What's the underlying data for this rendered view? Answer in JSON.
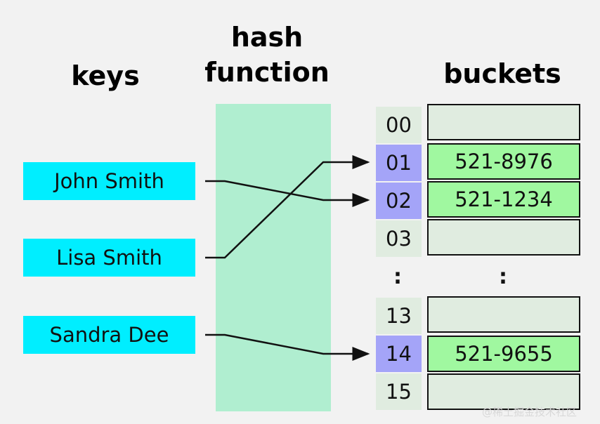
{
  "headings": {
    "keys": "keys",
    "hash_line1": "hash",
    "hash_line2": "function",
    "buckets": "buckets"
  },
  "keys": [
    "John Smith",
    "Lisa Smith",
    "Sandra Dee"
  ],
  "indices": [
    "00",
    "01",
    "02",
    "03",
    "13",
    "14",
    "15"
  ],
  "buckets": [
    "",
    "521-8976",
    "521-1234",
    "",
    "",
    "521-9655",
    ""
  ],
  "ellipsis": ":",
  "mappings": [
    {
      "key": "John Smith",
      "index": "02"
    },
    {
      "key": "Lisa Smith",
      "index": "01"
    },
    {
      "key": "Sandra Dee",
      "index": "14"
    }
  ],
  "colors": {
    "key_fill": "#00eeff",
    "hash_band": "#b0eed0",
    "index_fill": "#e0ece0",
    "index_hit": "#a4a4f8",
    "bucket_empty": "#e0ece0",
    "bucket_filled": "#a0f8a0"
  },
  "watermark": "@稀土掘金技术社区"
}
